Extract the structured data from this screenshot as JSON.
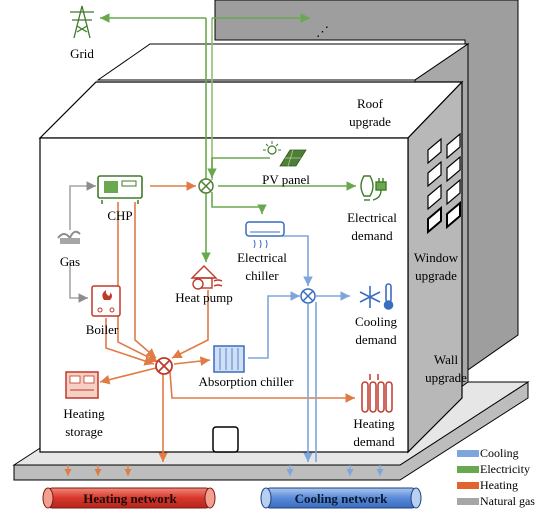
{
  "labels": {
    "grid": "Grid",
    "roof_upgrade_1": "Roof",
    "roof_upgrade_2": "upgrade",
    "pv_panel": "PV panel",
    "chp": "CHP",
    "electrical_demand_1": "Electrical",
    "electrical_demand_2": "demand",
    "gas": "Gas",
    "electrical_chiller_1": "Electrical",
    "electrical_chiller_2": "chiller",
    "heat_pump": "Heat pump",
    "window_upgrade_1": "Window",
    "window_upgrade_2": "upgrade",
    "boiler": "Boiler",
    "cooling_demand_1": "Cooling",
    "cooling_demand_2": "demand",
    "wall_upgrade_1": "Wall",
    "wall_upgrade_2": "upgrade",
    "absorption_chiller": "Absorption chiller",
    "heating_storage_1": "Heating",
    "heating_storage_2": "storage",
    "heating_demand_1": "Heating",
    "heating_demand_2": "demand",
    "heating_network": "Heating network",
    "cooling_network": "Cooling network",
    "ellipsis": "⋰"
  },
  "legend": [
    {
      "label": "Cooling",
      "color": "#5b8fd6"
    },
    {
      "label": "Electricity",
      "color": "#6aa84f"
    },
    {
      "label": "Heating",
      "color": "#e0642b"
    },
    {
      "label": "Natural gas",
      "color": "#a6a6a6"
    }
  ],
  "colors": {
    "electricity": "#6aa84f",
    "heating": "#e07b45",
    "cooling": "#7ea6dc",
    "gas": "#a6a6a6",
    "heating_network_fill": "#e8473a",
    "cooling_network_fill": "#6d9be0"
  }
}
